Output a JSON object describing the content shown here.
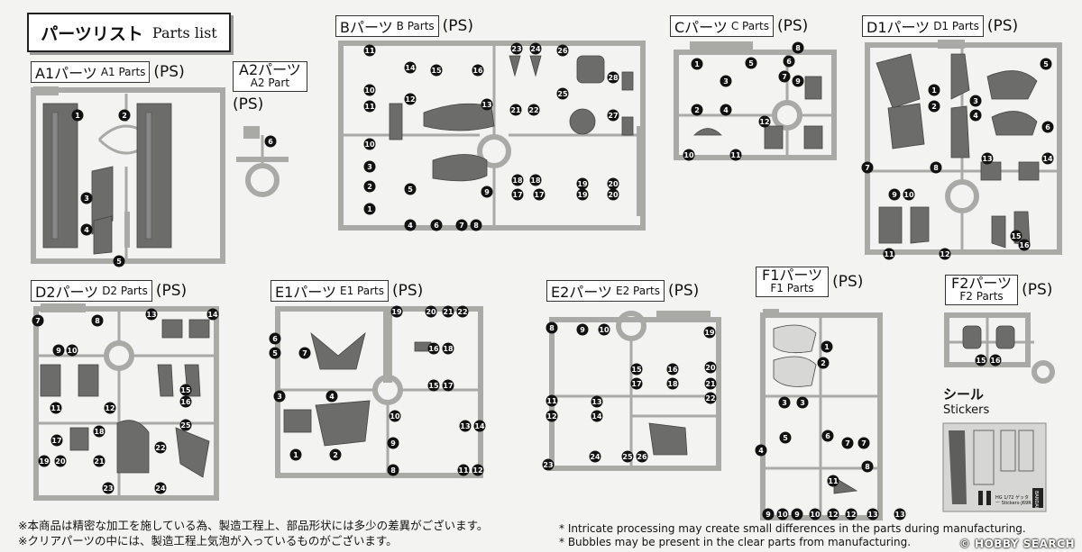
{
  "title": {
    "jp": "パーツリスト",
    "en": "Parts list"
  },
  "runners": {
    "A1": {
      "jp": "A1パーツ",
      "en": "A1 Parts",
      "ps": "(PS)",
      "nums": [
        "1",
        "2",
        "3",
        "4",
        "5"
      ]
    },
    "A2": {
      "jp": "A2パーツ",
      "en": "A2 Part",
      "ps": "(PS)",
      "nums": [
        "6"
      ]
    },
    "B": {
      "jp": "Bパーツ",
      "en": "B Parts",
      "ps": "(PS)",
      "nums": [
        "11",
        "14",
        "15",
        "16",
        "23",
        "24",
        "26",
        "10",
        "28",
        "11",
        "12",
        "13",
        "25",
        "10",
        "21",
        "22",
        "27",
        "3",
        "2",
        "5",
        "18",
        "18",
        "1",
        "9",
        "17",
        "17",
        "19",
        "19",
        "20",
        "20",
        "4",
        "6",
        "7",
        "8"
      ]
    },
    "C": {
      "jp": "Cパーツ",
      "en": "C Parts",
      "ps": "(PS)",
      "nums": [
        "8",
        "1",
        "5",
        "6",
        "3",
        "7",
        "9",
        "2",
        "4",
        "12",
        "10",
        "11"
      ]
    },
    "D1": {
      "jp": "D1パーツ",
      "en": "D1 Parts",
      "ps": "(PS)",
      "nums": [
        "5",
        "1",
        "2",
        "3",
        "4",
        "6",
        "7",
        "8",
        "13",
        "14",
        "9",
        "10",
        "15",
        "16",
        "11",
        "12"
      ]
    },
    "D2": {
      "jp": "D2パーツ",
      "en": "D2 Parts",
      "ps": "(PS)",
      "nums": [
        "7",
        "8",
        "13",
        "14",
        "9",
        "10",
        "15",
        "16",
        "11",
        "12",
        "17",
        "18",
        "25",
        "19",
        "20",
        "21",
        "22",
        "23",
        "24"
      ]
    },
    "E1": {
      "jp": "E1パーツ",
      "en": "E1 Parts",
      "ps": "(PS)",
      "nums": [
        "19",
        "20",
        "21",
        "22",
        "6",
        "7",
        "16",
        "18",
        "5",
        "15",
        "17",
        "3",
        "4",
        "10",
        "13",
        "14",
        "9",
        "1",
        "2",
        "8",
        "11",
        "12"
      ]
    },
    "E2": {
      "jp": "E2パーツ",
      "en": "E2 Parts",
      "ps": "(PS)",
      "nums": [
        "8",
        "9",
        "10",
        "19",
        "15",
        "16",
        "20",
        "17",
        "18",
        "21",
        "22",
        "11",
        "13",
        "12",
        "14",
        "23",
        "24",
        "25",
        "26"
      ]
    },
    "F1": {
      "jp": "F1パーツ",
      "en": "F1 Parts",
      "ps": "(PS)",
      "nums": [
        "1",
        "2",
        "3",
        "3",
        "4",
        "5",
        "6",
        "7",
        "7",
        "8",
        "11",
        "9",
        "10",
        "9",
        "10",
        "12",
        "12",
        "13",
        "13"
      ]
    },
    "F2": {
      "jp": "F2パーツ",
      "en": "F2 Parts",
      "ps": "(PS)",
      "nums": [
        "15",
        "16"
      ]
    }
  },
  "stickers": {
    "jp": "シール",
    "en": "Stickers",
    "sheet_text": "HG 1/72 ゲッター Stickers-J69R",
    "brand": "BANDAI"
  },
  "notes_jp": [
    "※本商品は精密な加工を施している為、製造工程上、部品形状には多少の差異がございます。",
    "※クリアパーツの中には、製造工程上気泡が入っているものがございます。"
  ],
  "notes_en": [
    "* Intricate processing may create small differences in the parts during manufacturing.",
    "* Bubbles may be present in the clear parts from manufacturing."
  ],
  "watermark": "© HOBBY SEARCH",
  "colors": {
    "runner": "#a9a9a6",
    "part": "#6c6c6a",
    "number": "#111111"
  }
}
